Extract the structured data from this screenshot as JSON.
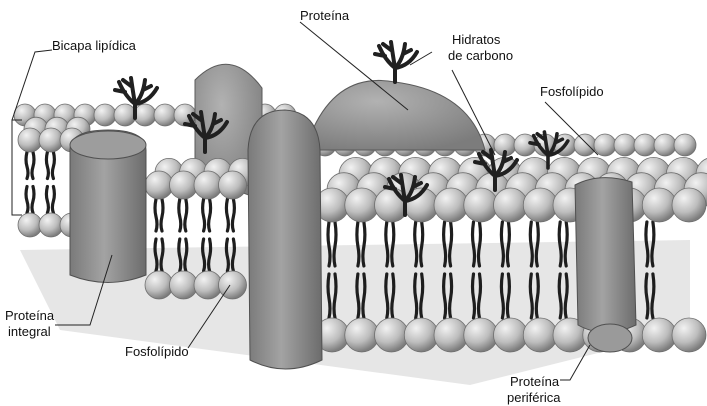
{
  "labels": {
    "bicapa": "Bicapa lipídica",
    "proteina_top": "Proteína",
    "hidratos_1": "Hidratos",
    "hidratos_2": "de carbono",
    "fosfolipido_right": "Fosfolípido",
    "proteina_integral_1": "Proteína",
    "proteina_integral_2": "integral",
    "fosfolipido_bottom": "Fosfolípido",
    "proteina_periferica_1": "Proteína",
    "proteina_periferica_2": "periférica"
  },
  "colors": {
    "head_fill": "#b9b9b9",
    "head_stroke": "#6e6e6e",
    "protein_fill": "#8c8c8c",
    "protein_stroke": "#505050",
    "tail": "#1e1e1e",
    "carbohydrate": "#202020",
    "shadow": "#dcdcdc"
  }
}
